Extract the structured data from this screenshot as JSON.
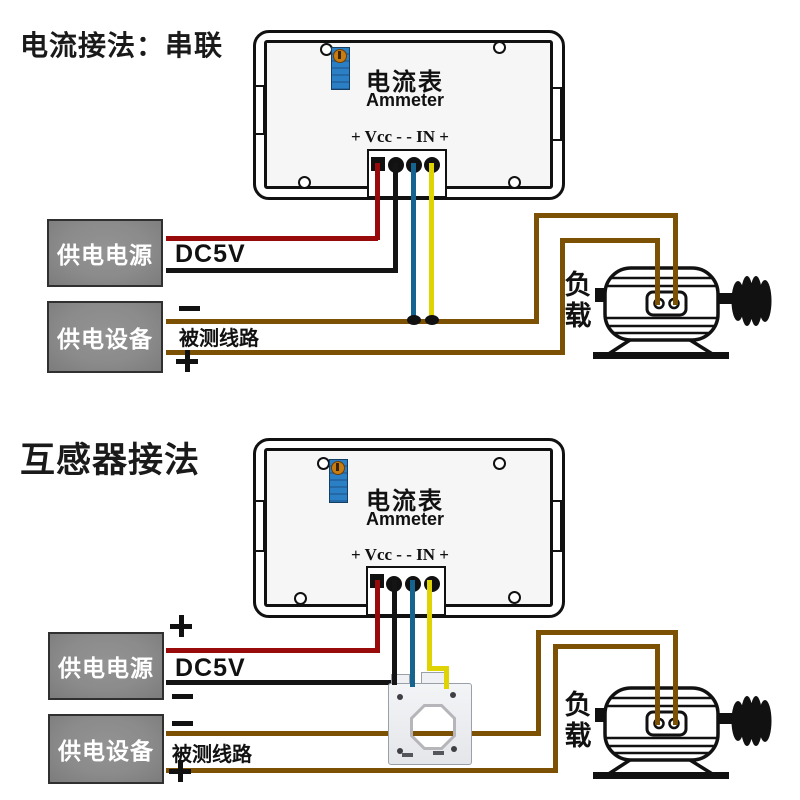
{
  "colors": {
    "wire_red": "#990b0b",
    "wire_black": "#141414",
    "wire_blue": "#15638f",
    "wire_yellow": "#e0d303",
    "wire_brown": "#7d5103",
    "box_gray": "#8b8b8b"
  },
  "diagram1": {
    "title": "电流接法：串联",
    "ammeter": {
      "name_cn": "电流表",
      "name_en": "Ammeter",
      "terminal_label": "+ Vcc - - IN +"
    },
    "power_supply": {
      "label": "供电电源",
      "voltage": "DC5V"
    },
    "device": {
      "label": "供电设备",
      "line_label": "被测线路",
      "minus": "−",
      "plus": "+"
    },
    "load": {
      "label": "负载"
    }
  },
  "diagram2": {
    "title": "互感器接法",
    "ammeter": {
      "name_cn": "电流表",
      "name_en": "Ammeter",
      "terminal_label": "+ Vcc - - IN +"
    },
    "power_supply": {
      "label": "供电电源",
      "voltage": "DC5V",
      "plus": "+",
      "minus": "−"
    },
    "device": {
      "label": "供电设备",
      "line_label": "被测线路",
      "minus": "−",
      "plus": "+"
    },
    "load": {
      "label": "负载"
    }
  }
}
